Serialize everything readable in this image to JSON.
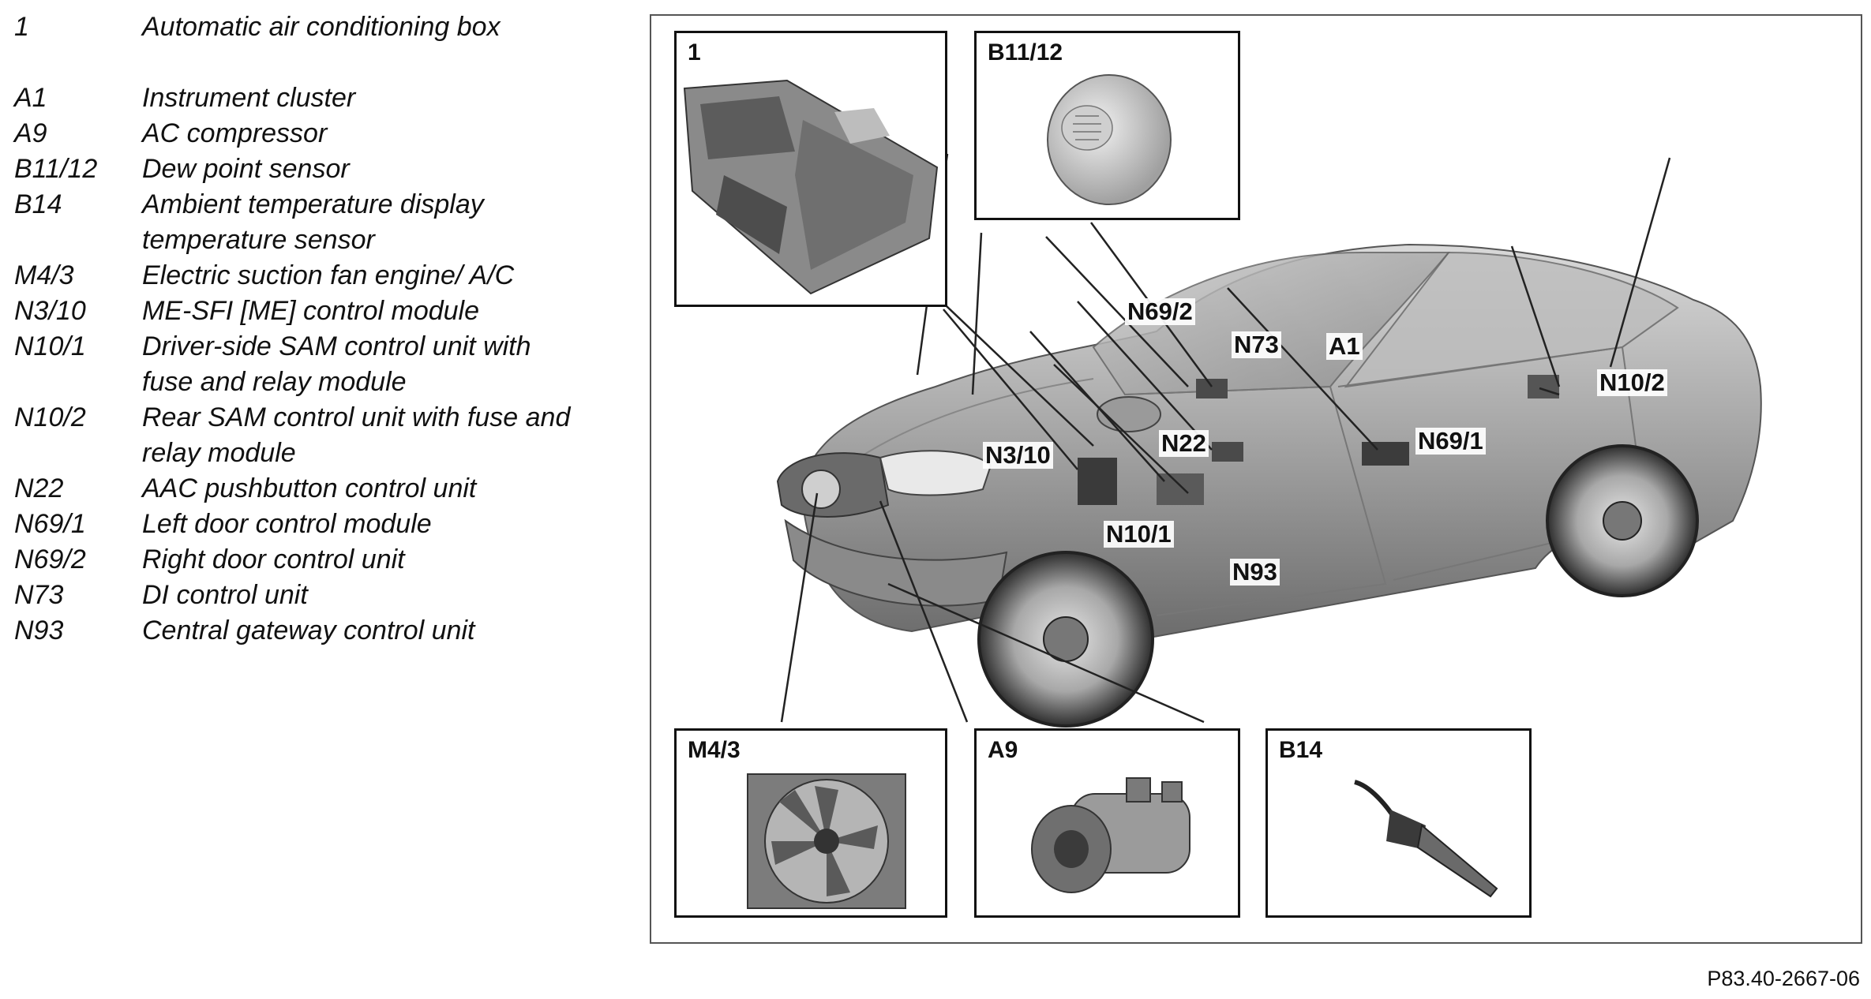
{
  "legend": [
    {
      "code": "1",
      "desc": "Automatic air conditioning box"
    },
    {
      "code": "A1",
      "desc": "Instrument cluster"
    },
    {
      "code": "A9",
      "desc": "AC compressor"
    },
    {
      "code": "B11/12",
      "desc": "Dew point sensor"
    },
    {
      "code": "B14",
      "desc": "Ambient temperature display temperature sensor"
    },
    {
      "code": "M4/3",
      "desc": "Electric suction fan engine/ A/C"
    },
    {
      "code": "N3/10",
      "desc": "ME-SFI [ME] control module"
    },
    {
      "code": "N10/1",
      "desc": "Driver-side SAM control unit with fuse and relay module"
    },
    {
      "code": "N10/2",
      "desc": "Rear SAM control unit with fuse and relay module"
    },
    {
      "code": "N22",
      "desc": "AAC pushbutton control unit"
    },
    {
      "code": "N69/1",
      "desc": "Left door control module"
    },
    {
      "code": "N69/2",
      "desc": "Right door control unit"
    },
    {
      "code": "N73",
      "desc": "DI control unit"
    },
    {
      "code": "N93",
      "desc": "Central gateway control unit"
    }
  ],
  "insets": {
    "ac_box": "1",
    "dew_point": "B11/12",
    "fan": "M4/3",
    "compressor": "A9",
    "temp_sensor": "B14"
  },
  "callouts": {
    "n69_2": "N69/2",
    "n73": "N73",
    "a1": "A1",
    "n10_2": "N10/2",
    "n3_10": "N3/10",
    "n22": "N22",
    "n69_1": "N69/1",
    "n10_1": "N10/1",
    "n93": "N93"
  },
  "figure_ref": "P83.40-2667-06"
}
